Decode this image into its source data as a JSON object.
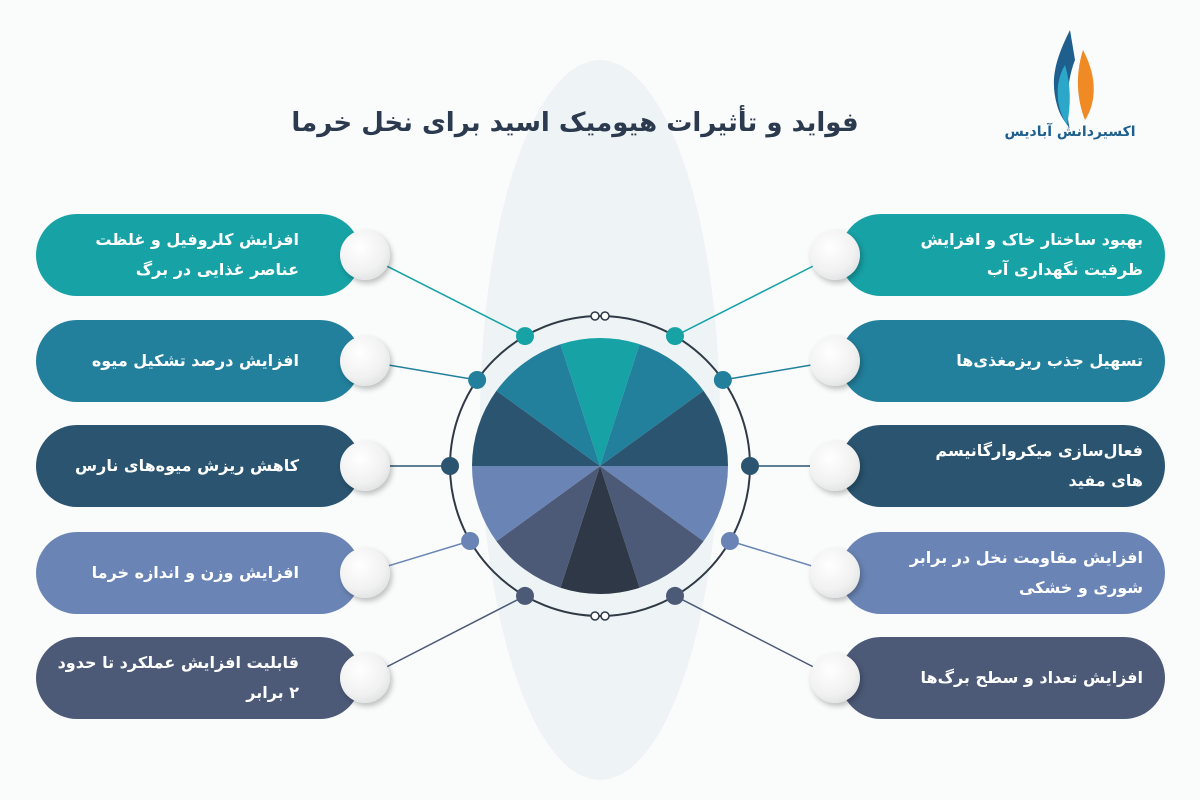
{
  "title": "فواید و تأثیرات هیومیک اسید برای نخل خرما",
  "logo": {
    "text": "اکسیردانش آبادیس",
    "colors": [
      "#1f5f8e",
      "#2aa7c9",
      "#f08a24"
    ]
  },
  "left_items": [
    {
      "label": "افزایش کلروفیل و غلظت عناصر غذایی در برگ",
      "color": "#17a2a6"
    },
    {
      "label": "افزایش درصد تشکیل میوه",
      "color": "#22809c"
    },
    {
      "label": "کاهش ریزش میوه‌های نارس",
      "color": "#2a5470"
    },
    {
      "label": "افزایش وزن و اندازه خرما",
      "color": "#6a85b5"
    },
    {
      "label": "قابلیت افزایش عملکرد تا حدود ۲ برابر",
      "color": "#4c5a78"
    }
  ],
  "right_items": [
    {
      "label": "بهبود ساختار خاک و افزایش ظرفیت نگهداری آب",
      "color": "#17a2a6"
    },
    {
      "label": "تسهیل جذب ریزمغذی‌ها",
      "color": "#22809c"
    },
    {
      "label": "فعال‌سازی میکروارگانیسم های مفید",
      "color": "#2a5470"
    },
    {
      "label": "افزایش مقاومت نخل در برابر شوری و خشکی",
      "color": "#6a85b5"
    },
    {
      "label": "افزایش تعداد و سطح برگ‌ها",
      "color": "#4c5a78"
    }
  ],
  "pie_colors": [
    "#17a2a6",
    "#22809c",
    "#2a5470",
    "#6a85b5",
    "#4c5a78",
    "#2e3846",
    "#4c5a78",
    "#6a85b5",
    "#2a5470",
    "#22809c"
  ]
}
